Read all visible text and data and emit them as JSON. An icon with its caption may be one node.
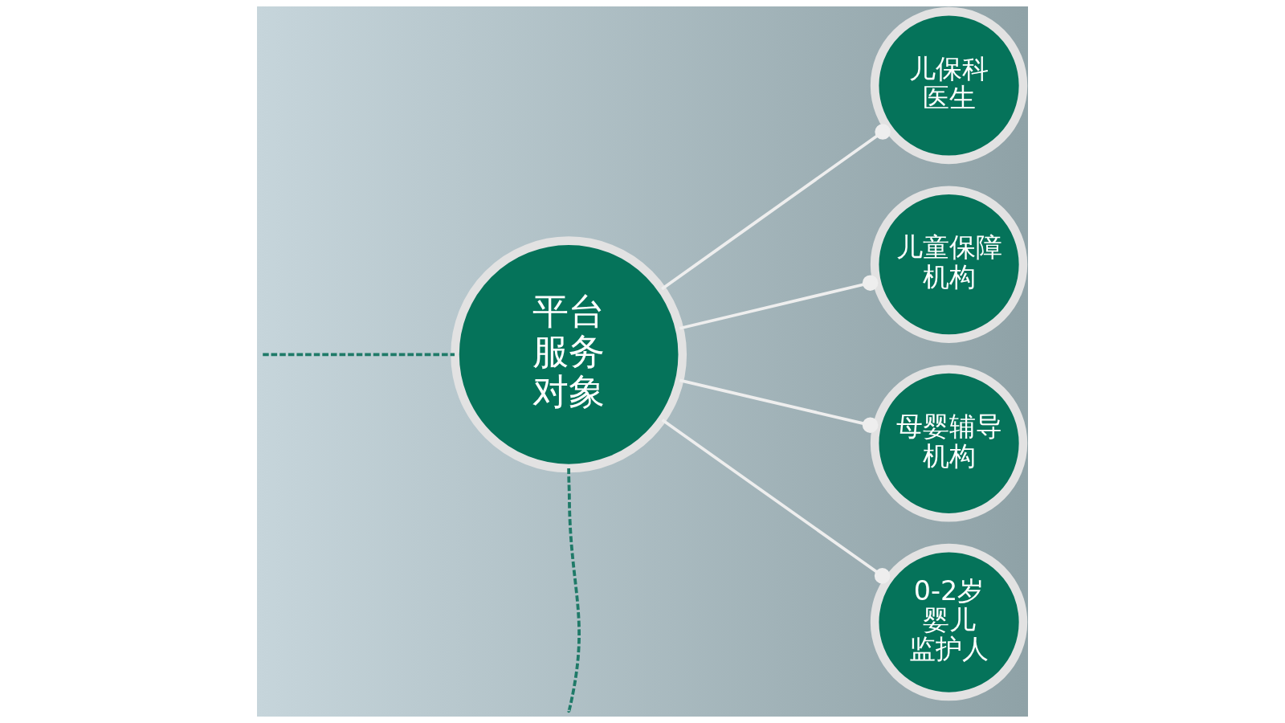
{
  "diagram": {
    "nodes": [
      {
        "text": [
          "平台服务对象"
        ]
      },
      {
        "text": [
          "儿保科医生"
        ]
      },
      {
        "text": [
          "儿童保障机构"
        ]
      },
      {
        "text": [
          "母婴辅导机构"
        ]
      },
      {
        "text": [
          "0-2岁婴儿监护人"
        ]
      }
    ],
    "edges": [
      {
        "from": null,
        "to": 0,
        "arrow": "none",
        "style": "dashed",
        "color": "#1f7a68"
      },
      {
        "from": 0,
        "to": null,
        "arrow": "none",
        "style": "dashed",
        "color": "#1f7a68"
      },
      {
        "from": 0,
        "to": 1,
        "arrow": "other"
      },
      {
        "from": 0,
        "to": 2,
        "arrow": "other"
      },
      {
        "from": 0,
        "to": 3,
        "arrow": "other"
      },
      {
        "from": 0,
        "to": 4,
        "arrow": "other"
      }
    ]
  }
}
